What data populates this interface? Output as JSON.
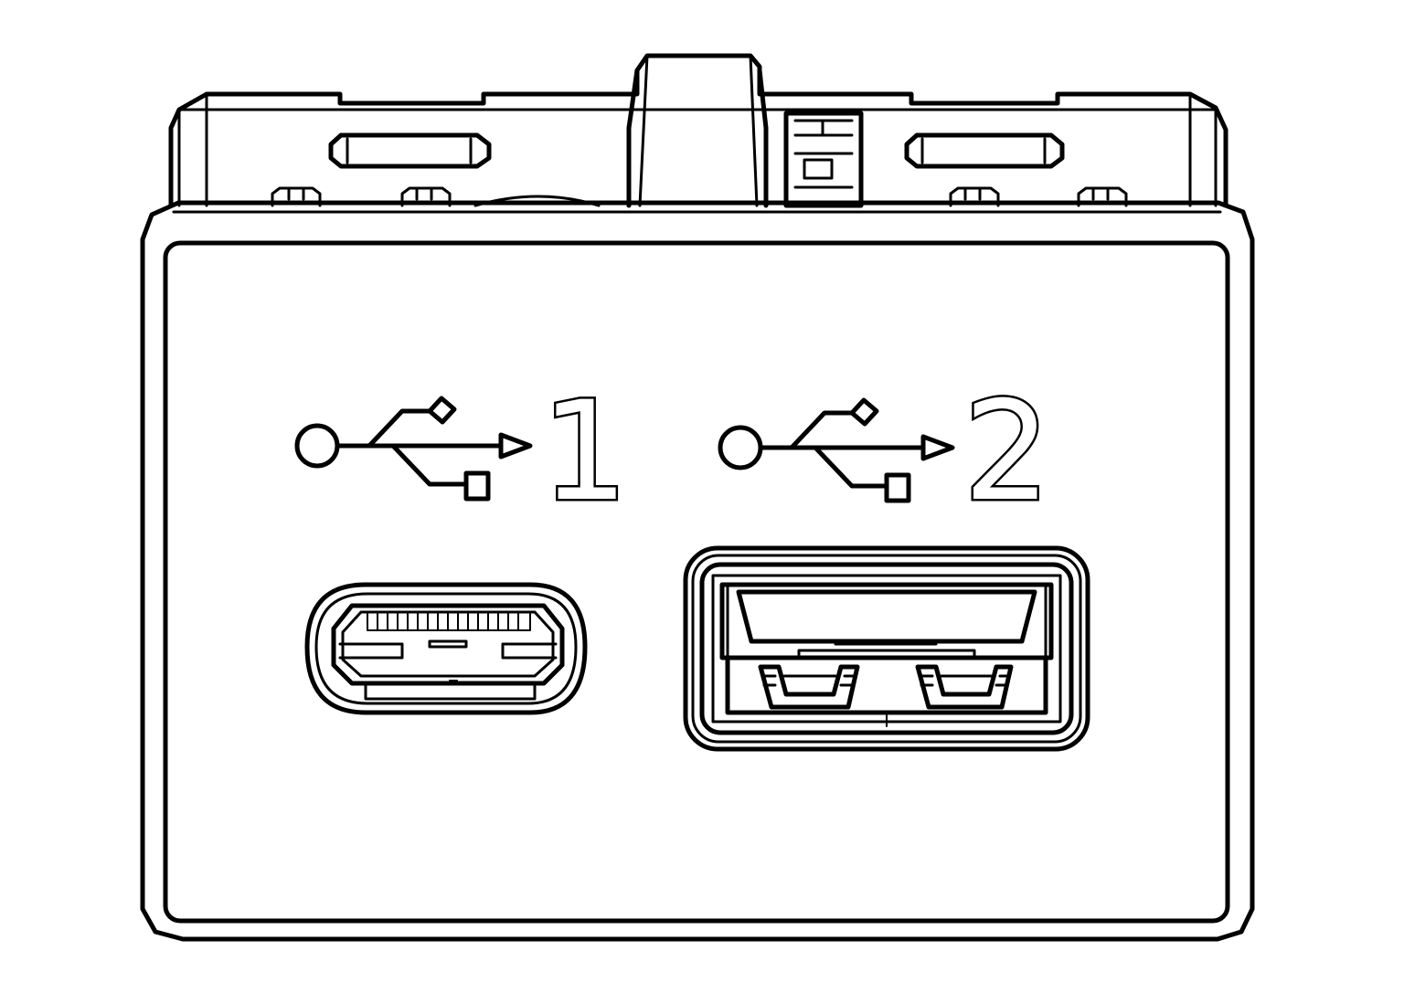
{
  "ports": [
    {
      "id": "port-1",
      "label": "1",
      "connector": "usb-c",
      "symbol": "usb-trident-icon"
    },
    {
      "id": "port-2",
      "label": "2",
      "connector": "usb-a",
      "symbol": "usb-trident-icon"
    }
  ],
  "colors": {
    "line": "#000000",
    "fill": "#ffffff"
  }
}
